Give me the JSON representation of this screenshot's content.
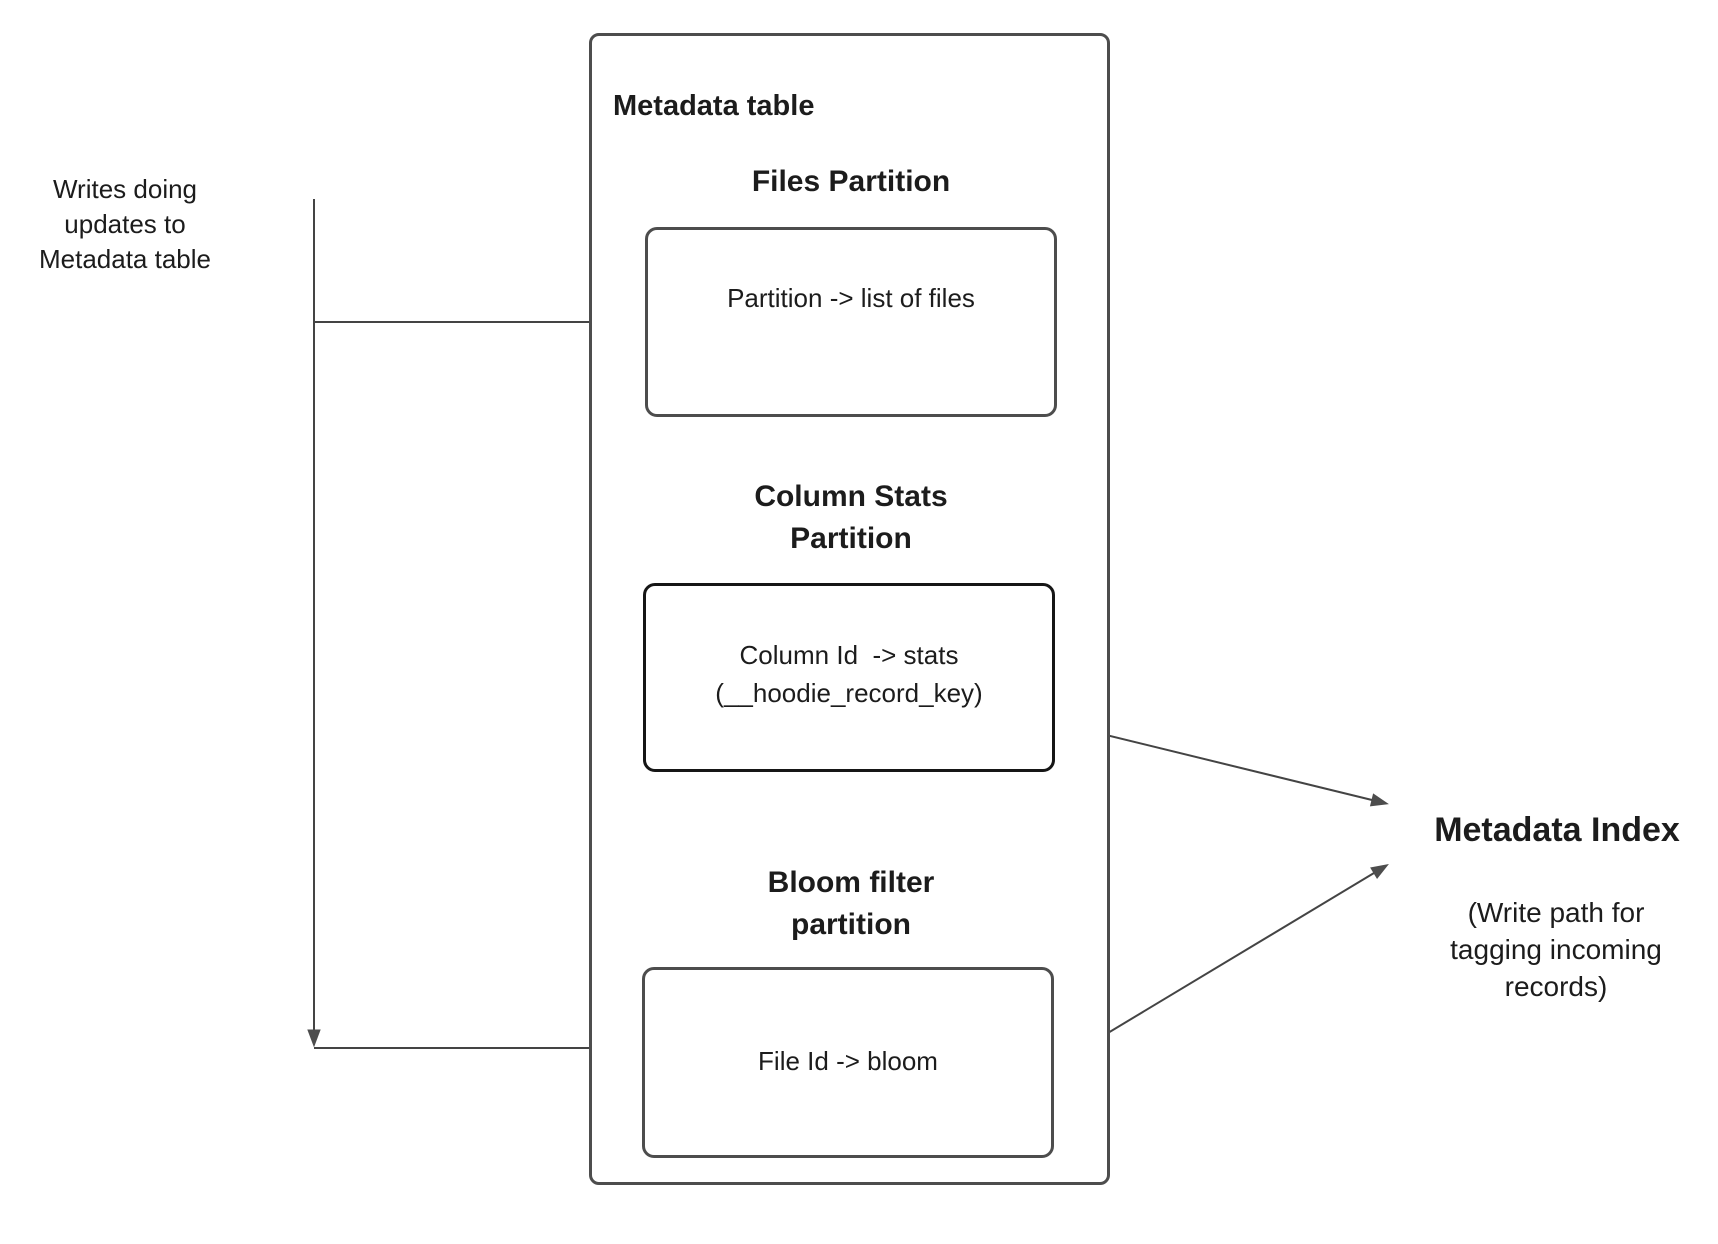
{
  "colors": {
    "box-border": "#4d4d4d",
    "stats-box-border": "#161616",
    "connector": "#444444",
    "arrowhead": "#4d4d4d",
    "text": "#1c1c1c"
  },
  "labels": {
    "writes_updates": "Writes doing\nupdates to\nMetadata table"
  },
  "metadata_table": {
    "title": "Metadata table",
    "partitions": [
      {
        "heading": "Files Partition",
        "label": "Partition -> list of files"
      },
      {
        "heading": "Column Stats\nPartition",
        "label": "Column Id  -> stats\n(__hoodie_record_key)"
      },
      {
        "heading": "Bloom filter\npartition",
        "label": "File Id -> bloom"
      }
    ]
  },
  "metadata_index": {
    "title": "Metadata Index",
    "subtitle": "(Write path for\ntagging incoming\nrecords)"
  }
}
